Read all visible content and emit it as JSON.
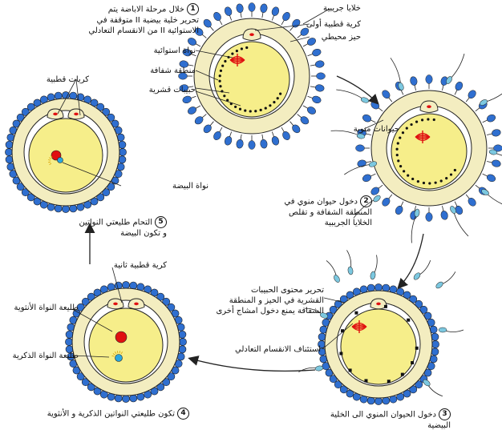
{
  "labels": {
    "follicle_cells": "خلايا جريبية",
    "first_polar_body": "كرية قطبية أولى",
    "perivitelline_space": "حيز محيطي",
    "equatorial_nucleus": "نواة استوائية",
    "zona_pellucida": "منطقة شفافة",
    "cortical_granules": "حبيبات قشرية",
    "sperm": "حيوانات منوية",
    "polar_bodies": "كريات قطبية",
    "egg_nucleus": "نواة البيضة",
    "second_polar_body": "كرية قطبية ثانية",
    "female_pronucleus": "طليعة النواة الأنثوية",
    "male_pronucleus": "طليعة النواة الذكرية",
    "granule_release": [
      "تحرير محتوى الحبيبات",
      "القشرية في الحيز و المنطقة",
      "الشفافة يمنع دخول امشاج أخرى"
    ],
    "meiosis_resume": "استئناف الانقسام التعادلي"
  },
  "steps": [
    {
      "number": "1",
      "lines": [
        "خلال مرحلة الاباضة يتم",
        "تحرير خلية بيضية II متوقفة في",
        "الاستوائية II من الانقسام التعادلي"
      ]
    },
    {
      "number": "2",
      "lines": [
        "دخول حيوان منوي في",
        "المنطقة الشفافة و تقلص",
        "الخلايا الجريبية"
      ]
    },
    {
      "number": "3",
      "lines": [
        "دخول الحيوان المنوي الى الخلية",
        "البيضية"
      ]
    },
    {
      "number": "4",
      "lines": [
        "تكون طليعتي النواتين الذكرية و الأنثوية"
      ]
    },
    {
      "number": "5",
      "lines": [
        "التحام طليعتي النواتين",
        "و تكون البيضة"
      ]
    }
  ],
  "colors": {
    "follicle": "#2f6fd0",
    "zona": "#f3edc0",
    "ooplasm": "#f6ee8a",
    "perivitelline": "#ffffff",
    "outline": "#222222",
    "nucleus_red": "#e01010",
    "pronucleus_blue": "#29a6e0",
    "sperm_head": "#7cc8e0"
  }
}
